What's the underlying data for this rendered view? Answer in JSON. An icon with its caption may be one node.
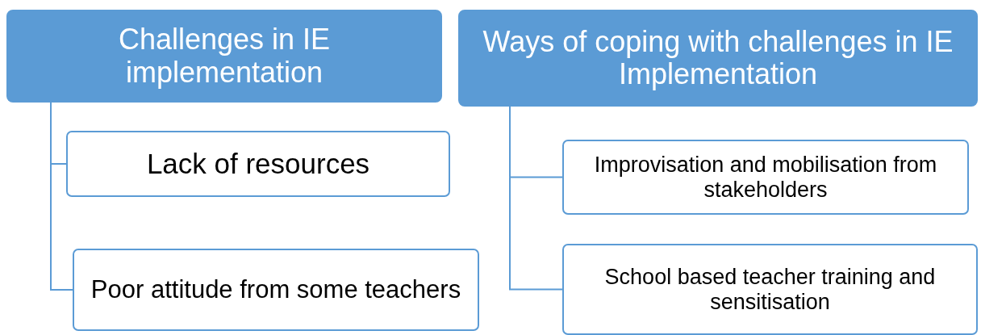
{
  "diagram": {
    "nodes": [
      {
        "text": [
          "Challenges in IE implementation"
        ]
      },
      {
        "text": [
          "Lack of resources"
        ]
      },
      {
        "text": [
          "Poor attitude from some teachers"
        ]
      },
      {
        "text": [
          "Ways of coping with challenges in IE Implementation"
        ]
      },
      {
        "text": [
          "Improvisation and mobilisation from stakeholders"
        ]
      },
      {
        "text": [
          "School based teacher training and sensitisation"
        ]
      }
    ],
    "edges": [
      {
        "from": 0,
        "to": 1,
        "arrow": "none"
      },
      {
        "from": 0,
        "to": 2,
        "arrow": "none"
      },
      {
        "from": 3,
        "to": 4,
        "arrow": "none"
      },
      {
        "from": 3,
        "to": 5,
        "arrow": "none"
      }
    ]
  }
}
